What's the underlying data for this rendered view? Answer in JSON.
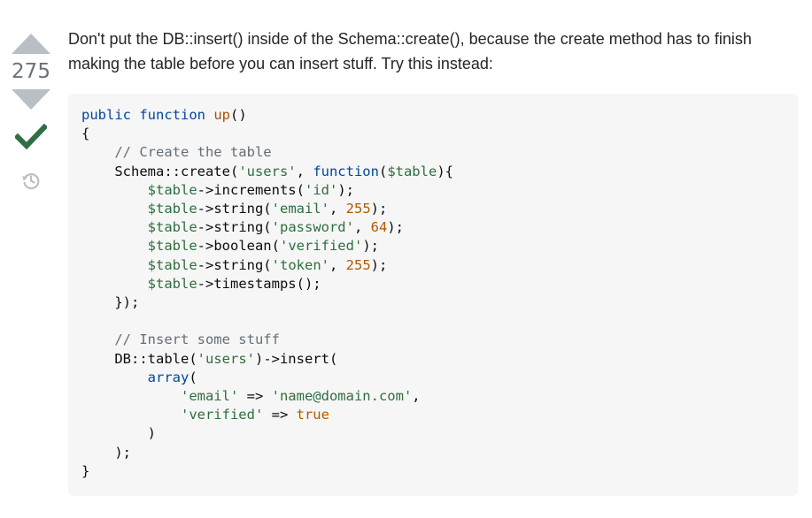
{
  "vote": {
    "score": "275",
    "colors": {
      "arrow": "#babfc4",
      "accepted": "#2f6f44",
      "history": "#babfc4"
    }
  },
  "post": {
    "text": "Don't put the DB::insert() inside of the Schema::create(), because the create method has to finish making the table before you can insert stuff. Try this instead:"
  },
  "code": {
    "l1": {
      "a": "public",
      "b": "function",
      "c": "up",
      "d": "()"
    },
    "l2": "{",
    "l3": "    // Create the table",
    "l4": {
      "a": "    Schema::create(",
      "b": "'users'",
      "c": ", ",
      "d": "function",
      "e": "(",
      "f": "$table",
      "g": "){"
    },
    "l5": {
      "a": "        ",
      "b": "$table",
      "c": "->increments(",
      "d": "'id'",
      "e": ");"
    },
    "l6": {
      "a": "        ",
      "b": "$table",
      "c": "->string(",
      "d": "'email'",
      "e": ", ",
      "f": "255",
      "g": ");"
    },
    "l7": {
      "a": "        ",
      "b": "$table",
      "c": "->string(",
      "d": "'password'",
      "e": ", ",
      "f": "64",
      "g": ");"
    },
    "l8": {
      "a": "        ",
      "b": "$table",
      "c": "->boolean(",
      "d": "'verified'",
      "e": ");"
    },
    "l9": {
      "a": "        ",
      "b": "$table",
      "c": "->string(",
      "d": "'token'",
      "e": ", ",
      "f": "255",
      "g": ");"
    },
    "l10": {
      "a": "        ",
      "b": "$table",
      "c": "->timestamps();"
    },
    "l11": "    });",
    "l12": "",
    "l13": "    // Insert some stuff",
    "l14": {
      "a": "    DB::table(",
      "b": "'users'",
      "c": ")->insert("
    },
    "l15": {
      "a": "        ",
      "b": "array",
      "c": "("
    },
    "l16": {
      "a": "            ",
      "b": "'email'",
      "c": " => ",
      "d": "'name@domain.com'",
      "e": ","
    },
    "l17": {
      "a": "            ",
      "b": "'verified'",
      "c": " => ",
      "d": "true"
    },
    "l18": "        )",
    "l19": "    );",
    "l20": "}"
  }
}
